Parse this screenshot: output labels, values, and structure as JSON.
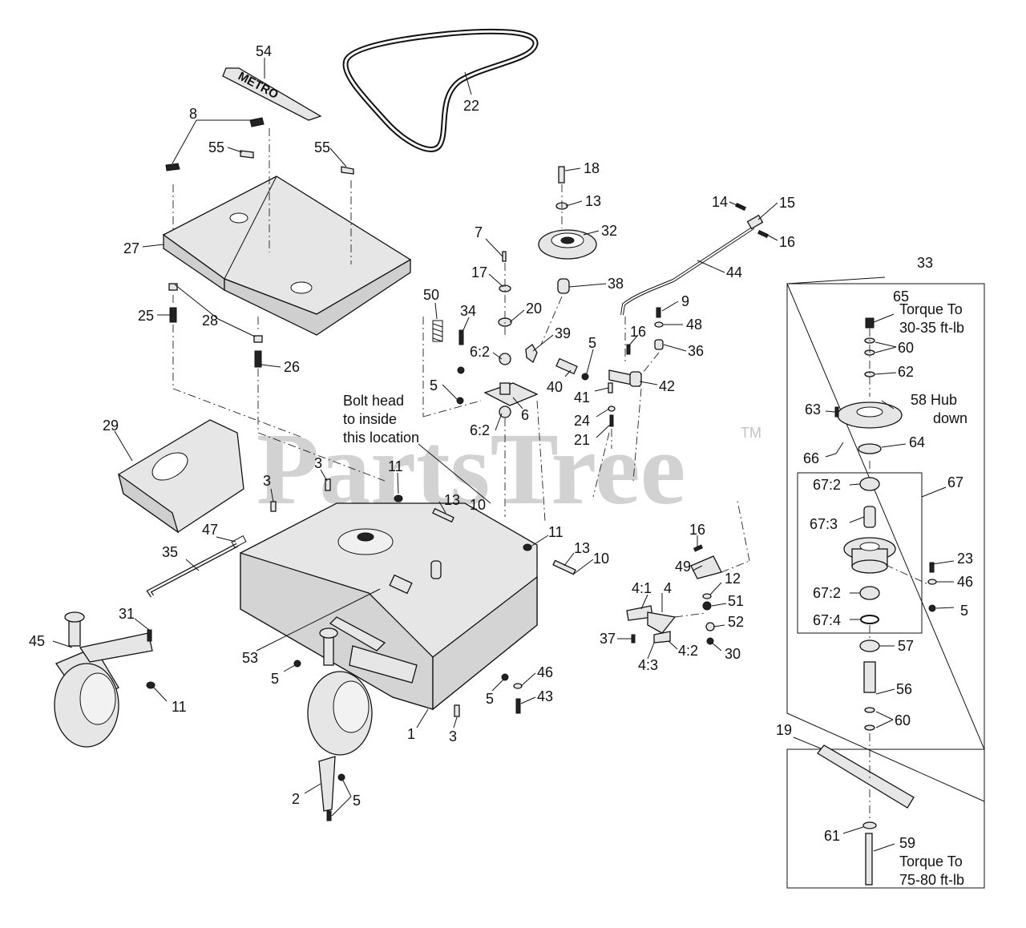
{
  "watermark": {
    "text": "PartsTree",
    "tm": "TM"
  },
  "notes": {
    "bolt_head": [
      "Bolt head",
      "to inside",
      "this location"
    ],
    "hub_down": [
      "58 Hub",
      "down"
    ],
    "torque_top": [
      "Torque To",
      "30-35 ft-lb"
    ],
    "torque_bottom": [
      "Torque To",
      "75-80 ft-lb"
    ]
  },
  "decal_text": {
    "metro": "METRO"
  },
  "callouts": [
    "54",
    "22",
    "8",
    "55",
    "55",
    "27",
    "25",
    "28",
    "26",
    "18",
    "13",
    "32",
    "14",
    "15",
    "16",
    "7",
    "17",
    "38",
    "44",
    "33",
    "50",
    "34",
    "20",
    "39",
    "9",
    "65",
    "48",
    "16",
    "36",
    "5",
    "6:2",
    "40",
    "41",
    "42",
    "60",
    "62",
    "5",
    "6",
    "24",
    "63",
    "6:2",
    "21",
    "29",
    "66",
    "64",
    "11",
    "3",
    "3",
    "13",
    "10",
    "67",
    "67:2",
    "47",
    "67:3",
    "11",
    "16",
    "35",
    "13",
    "10",
    "23",
    "46",
    "49",
    "12",
    "4:1",
    "4",
    "67:2",
    "51",
    "31",
    "45",
    "37",
    "52",
    "4:2",
    "30",
    "5",
    "4:3",
    "67:4",
    "53",
    "57",
    "5",
    "46",
    "5",
    "43",
    "11",
    "56",
    "1",
    "3",
    "60",
    "19",
    "2",
    "5",
    "61",
    "59"
  ]
}
